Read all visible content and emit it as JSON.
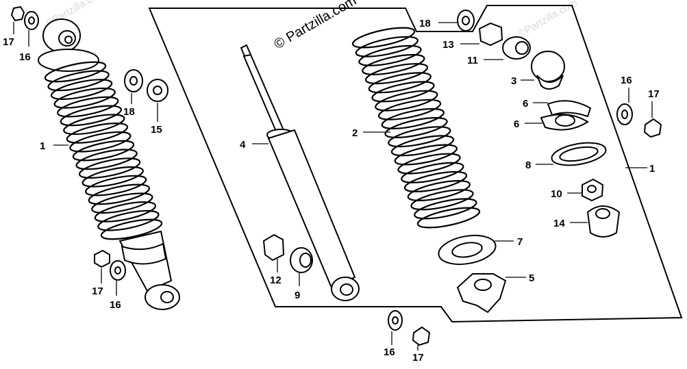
{
  "watermark": {
    "text": "© Partzilla.com",
    "faint_text": "©Partzilla.com"
  },
  "callouts": [
    {
      "id": "c17a",
      "number": "17"
    },
    {
      "id": "c16a",
      "number": "16"
    },
    {
      "id": "c18a",
      "number": "18"
    },
    {
      "id": "c15",
      "number": "15"
    },
    {
      "id": "c1a",
      "number": "1"
    },
    {
      "id": "c17b",
      "number": "17"
    },
    {
      "id": "c16b",
      "number": "16"
    },
    {
      "id": "c4",
      "number": "4"
    },
    {
      "id": "c12",
      "number": "12"
    },
    {
      "id": "c9",
      "number": "9"
    },
    {
      "id": "c2",
      "number": "2"
    },
    {
      "id": "c18b",
      "number": "18"
    },
    {
      "id": "c13",
      "number": "13"
    },
    {
      "id": "c11",
      "number": "11"
    },
    {
      "id": "c3",
      "number": "3"
    },
    {
      "id": "c6a",
      "number": "6"
    },
    {
      "id": "c6b",
      "number": "6"
    },
    {
      "id": "c8",
      "number": "8"
    },
    {
      "id": "c1b",
      "number": "1"
    },
    {
      "id": "c16c",
      "number": "16"
    },
    {
      "id": "c17c",
      "number": "17"
    },
    {
      "id": "c10",
      "number": "10"
    },
    {
      "id": "c14",
      "number": "14"
    },
    {
      "id": "c7",
      "number": "7"
    },
    {
      "id": "c5",
      "number": "5"
    },
    {
      "id": "c16d",
      "number": "16"
    },
    {
      "id": "c17d",
      "number": "17"
    }
  ]
}
